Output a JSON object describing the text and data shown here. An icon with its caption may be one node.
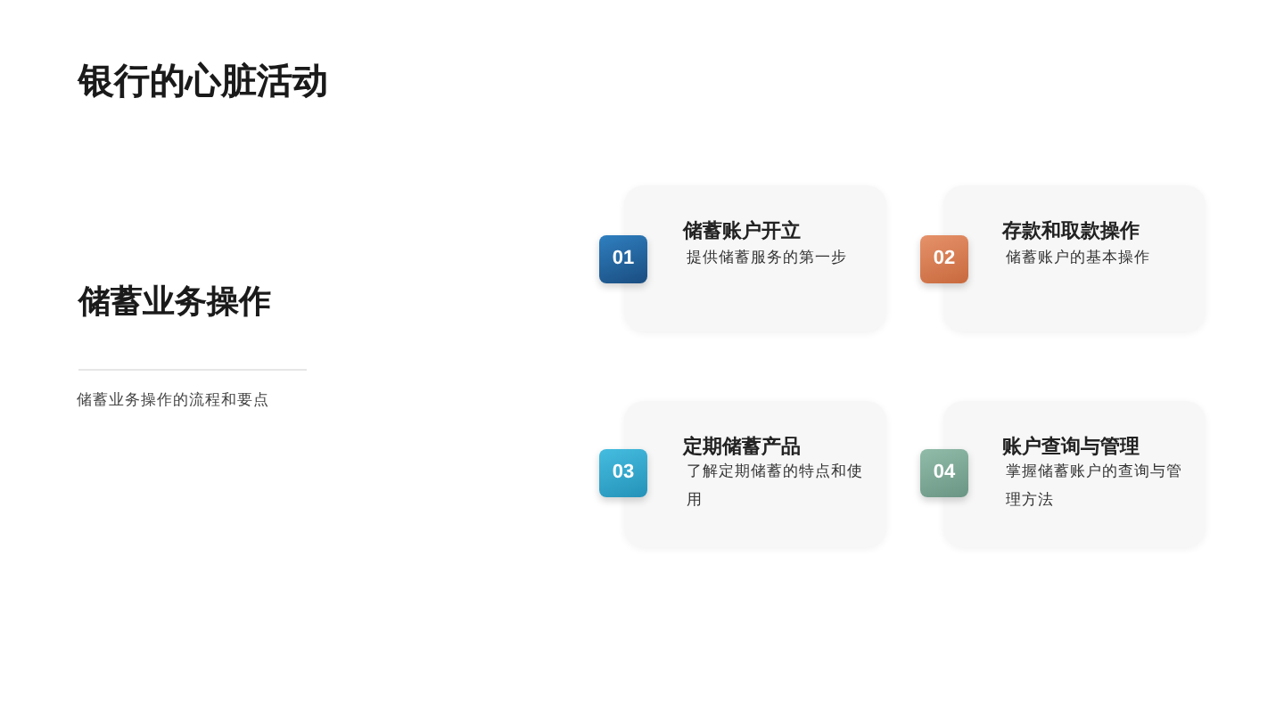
{
  "diagram": {
    "title": "银行的心脏活动",
    "nodes": [
      {
        "text": [
          "01"
        ]
      },
      {
        "text": [
          "储蓄账户开立",
          "提供储蓄服务的第一步"
        ]
      },
      {
        "text": [
          "02"
        ]
      },
      {
        "text": [
          "存款和取款操作",
          "储蓄账户的基本操作"
        ]
      },
      {
        "text": [
          "03"
        ]
      },
      {
        "text": [
          "定期储蓄产品",
          "了解定期储蓄的特点和使用"
        ]
      },
      {
        "text": [
          "04"
        ]
      },
      {
        "text": [
          "账户查询与管理",
          "掌握储蓄账户的查询与管理方法"
        ]
      }
    ],
    "labels": [
      "储蓄业务操作",
      "储蓄业务操作的流程和要点"
    ]
  }
}
